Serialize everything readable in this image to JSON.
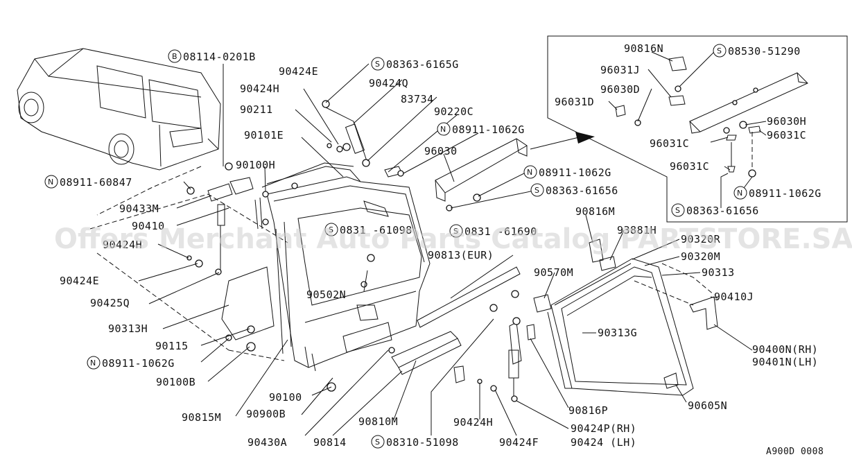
{
  "watermark": "Offers Merchant Auto Parts Catalog PARTSTORE.SA",
  "figure_code": "A900D 0008",
  "labels": {
    "b08114": "08114-0201B",
    "s08363_6165g": "08363-6165G",
    "p90424e_top": "90424E",
    "p90424q": "90424Q",
    "p90424h_top": "90424H",
    "p83734": "83734",
    "p90211": "90211",
    "p90220c": "90220C",
    "n08911_1062g_a": "08911-1062G",
    "p90101e": "90101E",
    "p96030": "96030",
    "p90100h": "90100H",
    "n08911_60847": "08911-60847",
    "n08911_1062g_b": "08911-1062G",
    "s08363_61656_a": "08363-61656",
    "p90433m": "90433M",
    "p90410": "90410",
    "p90424h_left": "90424H",
    "s0831_61098": "0831 -61098",
    "s0831_61690": "0831 -61690",
    "p90816m": "90816M",
    "p93881h": "93881H",
    "p90320r": "90320R",
    "p90320m": "90320M",
    "p90313": "90313",
    "p90813eur": "90813(EUR)",
    "p90570m": "90570M",
    "p90410j": "90410J",
    "p90424e_left": "90424E",
    "p90502n": "90502N",
    "p90425q": "90425Q",
    "p90313h": "90313H",
    "p90313g": "90313G",
    "p90115": "90115",
    "n08911_1062g_c": "08911-1062G",
    "p90100b": "90100B",
    "p90400n": "90400N(RH)",
    "p90401n": "90401N(LH)",
    "p90100": "90100",
    "p90605n": "90605N",
    "p90815m": "90815M",
    "p90900b": "90900B",
    "p90810m": "90810M",
    "p90816p": "90816P",
    "p90424h_bot": "90424H",
    "p90424p": "90424P(RH)",
    "p90424lh": "90424 (LH)",
    "p90430a": "90430A",
    "p90814": "90814",
    "s08310_51098": "08310-51098",
    "p90424f": "90424F"
  },
  "inset": {
    "p90816n": "90816N",
    "s08530_51290": "08530-51290",
    "p96031j": "96031J",
    "p96030d": "96030D",
    "p96031d": "96031D",
    "p96030h": "96030H",
    "p96031c_a": "96031C",
    "p96031c_b": "96031C",
    "p96031c_c": "96031C",
    "n08911_1062g": "08911-1062G",
    "s08363_61656": "08363-61656"
  },
  "symbols": {
    "b": "B",
    "s": "S",
    "n": "N"
  }
}
